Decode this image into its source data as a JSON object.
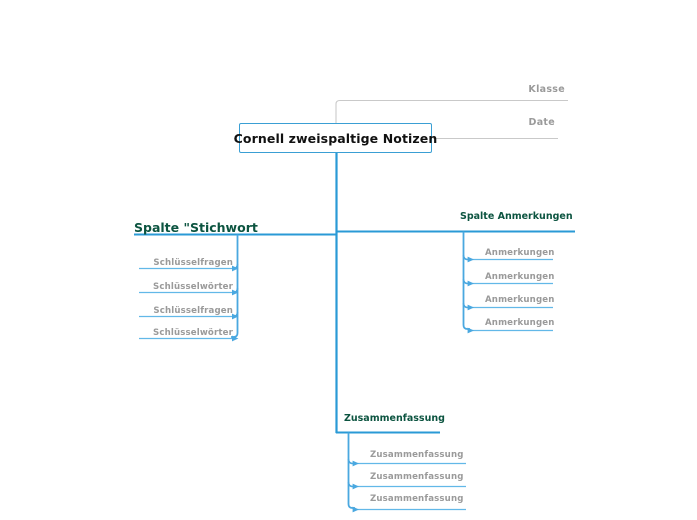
{
  "document": {
    "type": "mindmap",
    "background_color": "#ffffff"
  },
  "colors": {
    "spine_blue": "#2a9ad6",
    "leaf_blue": "#62b8e8",
    "node_border": "#3a9fd4",
    "heading_green": "#0c5440",
    "leaf_text_gray": "#9a9a9a",
    "meta_line_gray": "#c9c9c9"
  },
  "root": {
    "label": "Cornell zweispaltige Notizen"
  },
  "meta": {
    "items": [
      {
        "label": "Klasse"
      },
      {
        "label": "Date"
      }
    ]
  },
  "branches": [
    {
      "id": "stichwort",
      "title": "Spalte \"Stichwort",
      "side": "left",
      "leaves": [
        {
          "label": "Schlüsselfragen"
        },
        {
          "label": "Schlüsselwörter"
        },
        {
          "label": "Schlüsselfragen"
        },
        {
          "label": "Schlüsselwörter"
        }
      ]
    },
    {
      "id": "anmerkungen",
      "title": "Spalte Anmerkungen",
      "side": "right",
      "leaves": [
        {
          "label": "Anmerkungen"
        },
        {
          "label": "Anmerkungen"
        },
        {
          "label": "Anmerkungen"
        },
        {
          "label": "Anmerkungen"
        }
      ]
    },
    {
      "id": "zusammenfassung",
      "title": "Zusammenfassung",
      "side": "bottom",
      "leaves": [
        {
          "label": "Zusammenfassung"
        },
        {
          "label": "Zusammenfassung"
        },
        {
          "label": "Zusammenfassung"
        }
      ]
    }
  ]
}
